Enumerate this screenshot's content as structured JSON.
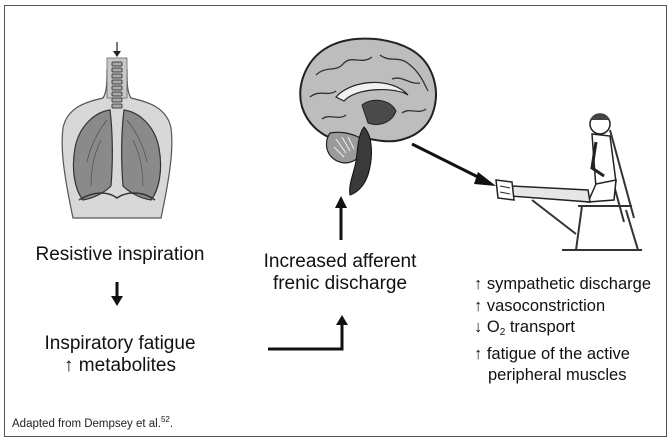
{
  "diagram": {
    "steps": {
      "resistive": "Resistive inspiration",
      "fatigue_line1": "Inspiratory fatigue",
      "fatigue_arrow": "↑",
      "fatigue_line2": "metabolites",
      "afferent_line1": "Increased afferent",
      "afferent_line2": "frenic discharge"
    },
    "effects": {
      "sympathetic": "↑ sympathetic discharge",
      "vasoconstriction": "↑ vasoconstriction",
      "o2_arrow": "↓",
      "o2_o": "O",
      "o2_sub": "2",
      "o2_rest": " transport",
      "fatigue_line1": "↑ fatigue of the active",
      "fatigue_line2": "peripheral muscles"
    },
    "caption": {
      "text": "Adapted from Dempsey et al.",
      "ref": "52",
      "end": "."
    }
  }
}
